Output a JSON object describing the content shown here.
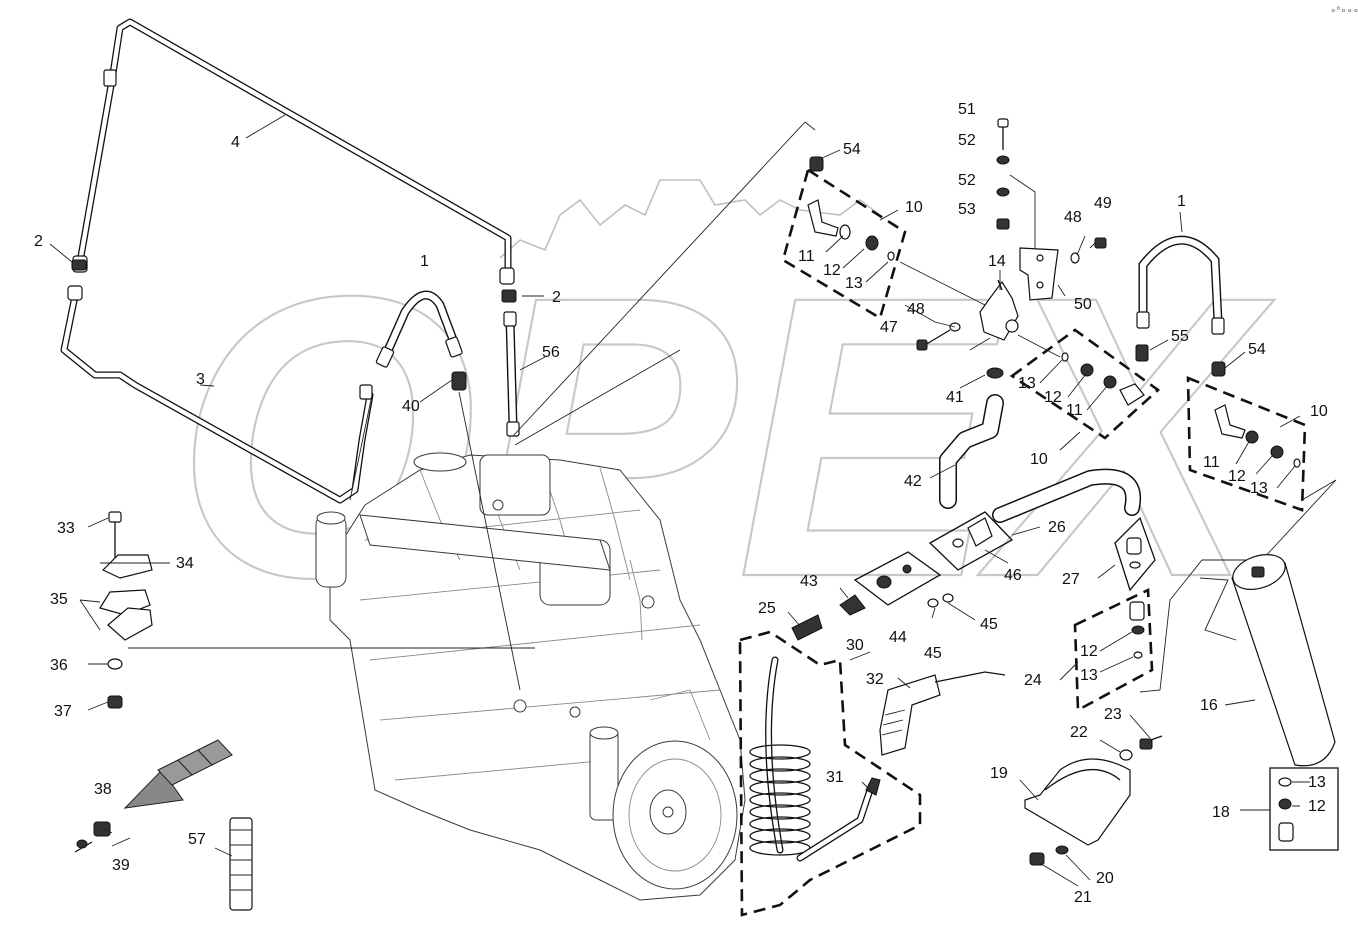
{
  "corner_mark": "∘°∘∘∘",
  "watermark": "OPEX",
  "labels": {
    "n1a": "1",
    "n1b": "1",
    "n2a": "2",
    "n2b": "2",
    "n3": "3",
    "n4": "4",
    "n10a": "10",
    "n10b": "10",
    "n10c": "10",
    "n11a": "11",
    "n11b": "11",
    "n11c": "11",
    "n12a": "12",
    "n12b": "12",
    "n12c": "12",
    "n12d": "12",
    "n12e": "12",
    "n13a": "13",
    "n13b": "13",
    "n13c": "13",
    "n13d": "13",
    "n13e": "13",
    "n14": "14",
    "n16": "16",
    "n18": "18",
    "n19": "19",
    "n20": "20",
    "n21": "21",
    "n22": "22",
    "n23": "23",
    "n24": "24",
    "n25": "25",
    "n26": "26",
    "n27": "27",
    "n30": "30",
    "n31": "31",
    "n32": "32",
    "n33": "33",
    "n34": "34",
    "n35": "35",
    "n36": "36",
    "n37": "37",
    "n38": "38",
    "n39": "39",
    "n40": "40",
    "n41": "41",
    "n42": "42",
    "n43": "43",
    "n44": "44",
    "n45a": "45",
    "n45b": "45",
    "n46": "46",
    "n47": "47",
    "n48a": "48",
    "n48b": "48",
    "n49": "49",
    "n50": "50",
    "n51": "51",
    "n52a": "52",
    "n52b": "52",
    "n53": "53",
    "n54a": "54",
    "n54b": "54",
    "n55": "55",
    "n56": "56",
    "n57": "57"
  }
}
